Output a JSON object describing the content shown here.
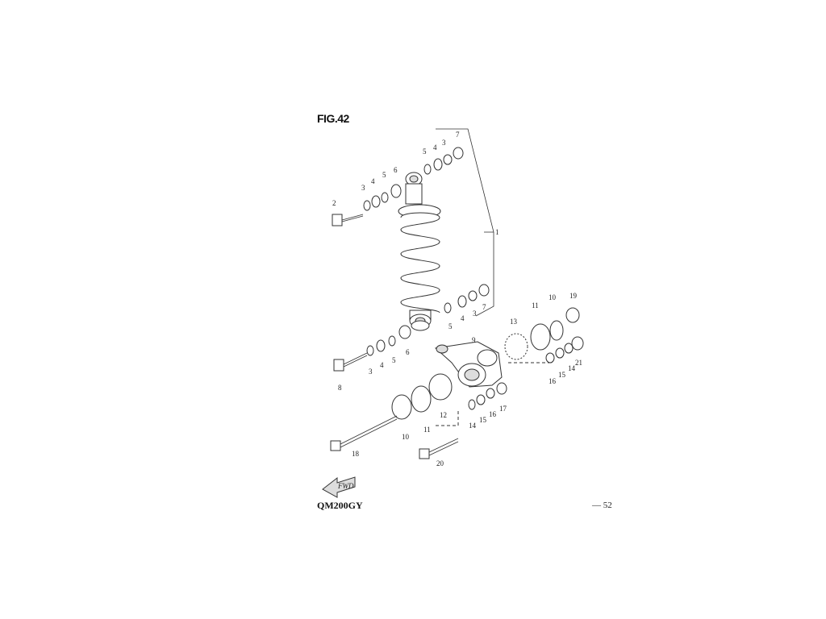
{
  "figure": {
    "title": "FIG.42"
  },
  "model": "QM200GY",
  "page_number": "— 52",
  "fwd_label": "FWD",
  "callouts": [
    "1",
    "2",
    "3",
    "4",
    "5",
    "6",
    "7",
    "3",
    "4",
    "5",
    "3",
    "4",
    "5",
    "6",
    "8",
    "9",
    "10",
    "11",
    "12",
    "13",
    "14",
    "15",
    "16",
    "17",
    "18",
    "19",
    "20",
    "21",
    "10",
    "11",
    "14",
    "15",
    "16",
    "3",
    "4",
    "5",
    "7"
  ]
}
